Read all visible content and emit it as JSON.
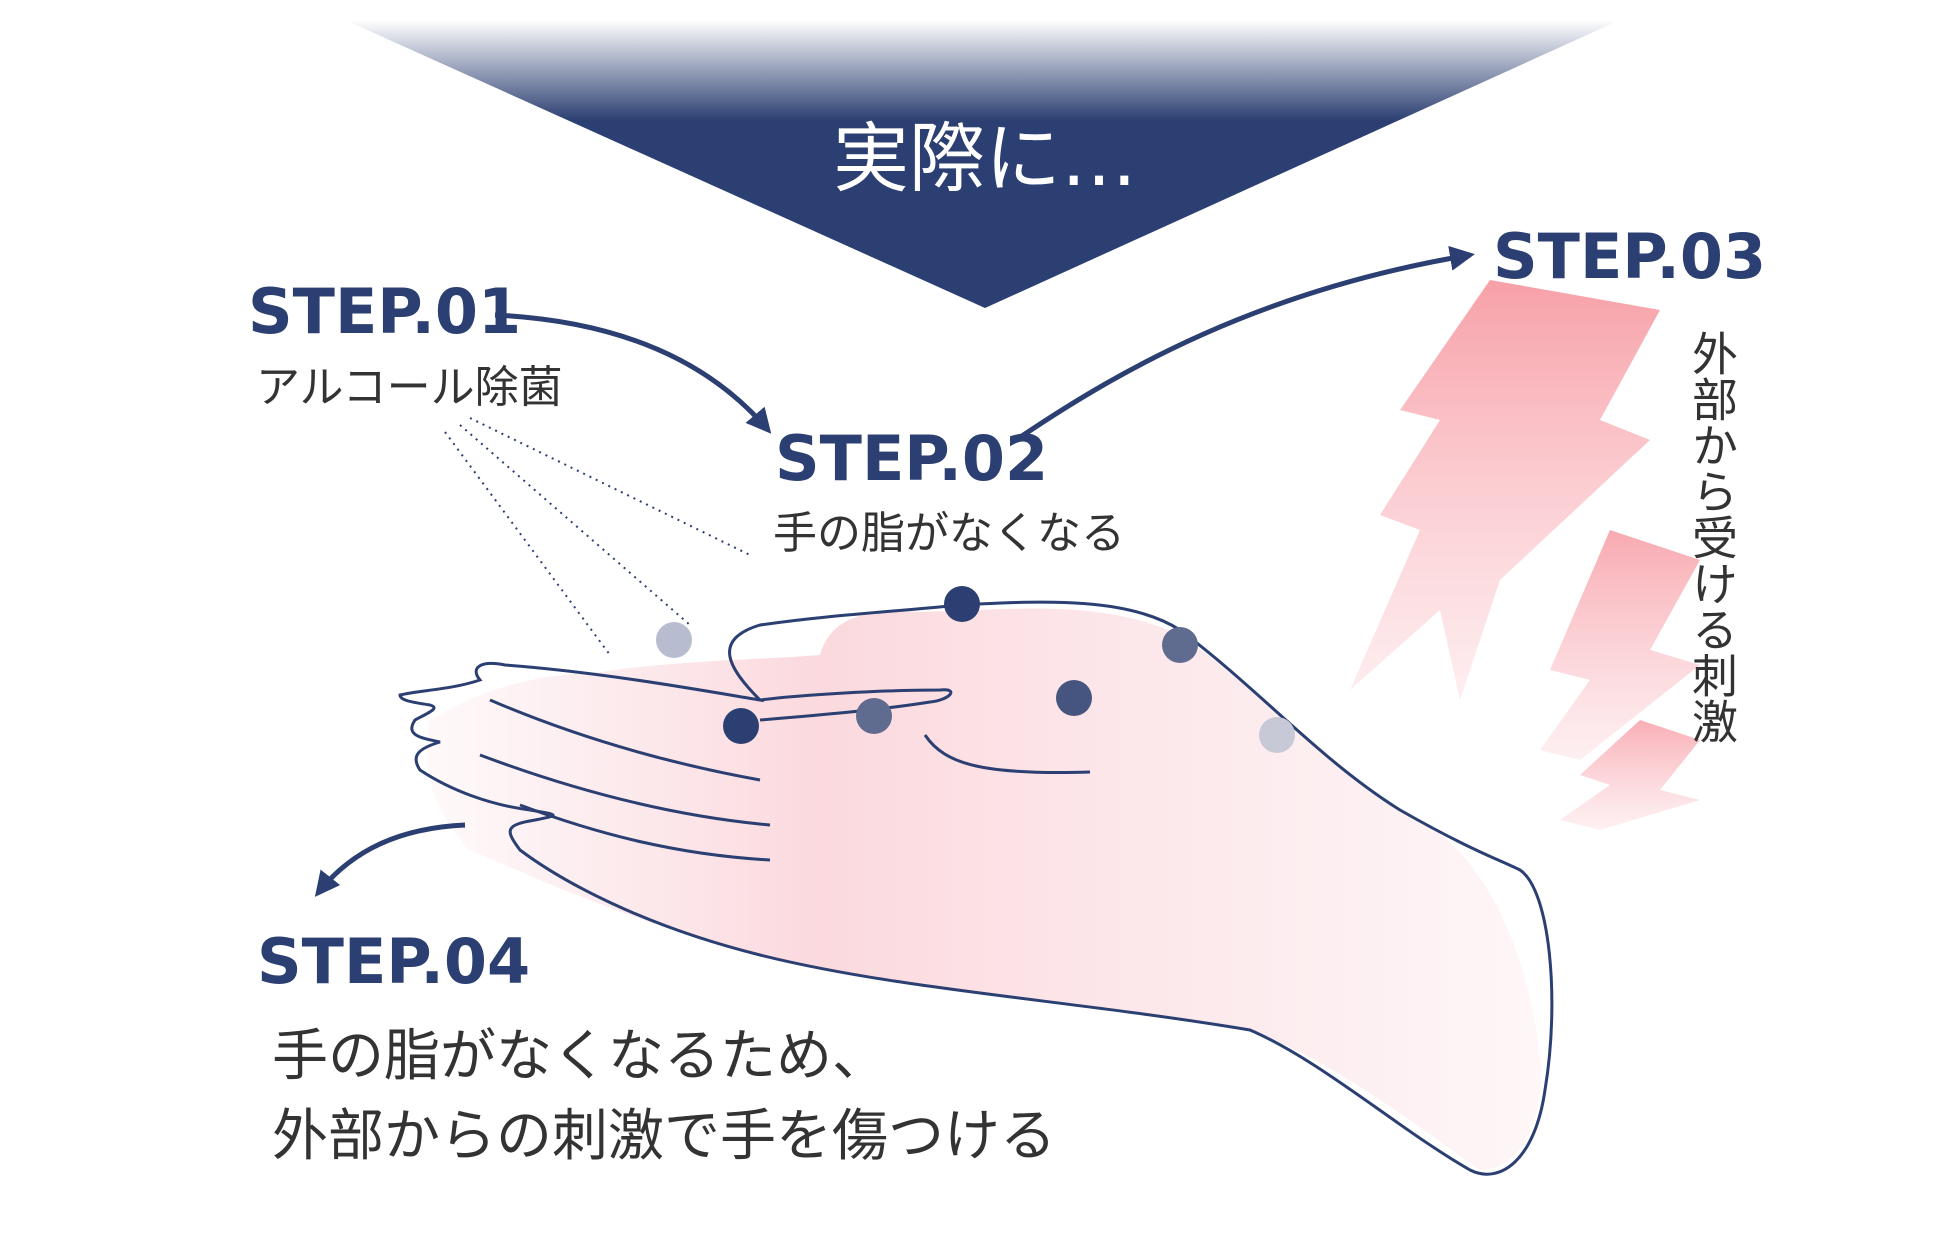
{
  "banner": {
    "text": "実際に…"
  },
  "steps": [
    {
      "title": "STEP.01",
      "caption": "アルコール除菌"
    },
    {
      "title": "STEP.02",
      "caption": "手の脂がなくなる"
    },
    {
      "title": "STEP.03",
      "caption": "外部から受ける刺激"
    },
    {
      "title": "STEP.04",
      "caption_lines": [
        "手の脂がなくなるため、",
        "外部からの刺激で手を傷つける"
      ]
    }
  ],
  "colors": {
    "navy": "#2b3f72",
    "text": "#333333",
    "hand_fill": "#fde3e6",
    "lightning": "#f8a9b0"
  }
}
